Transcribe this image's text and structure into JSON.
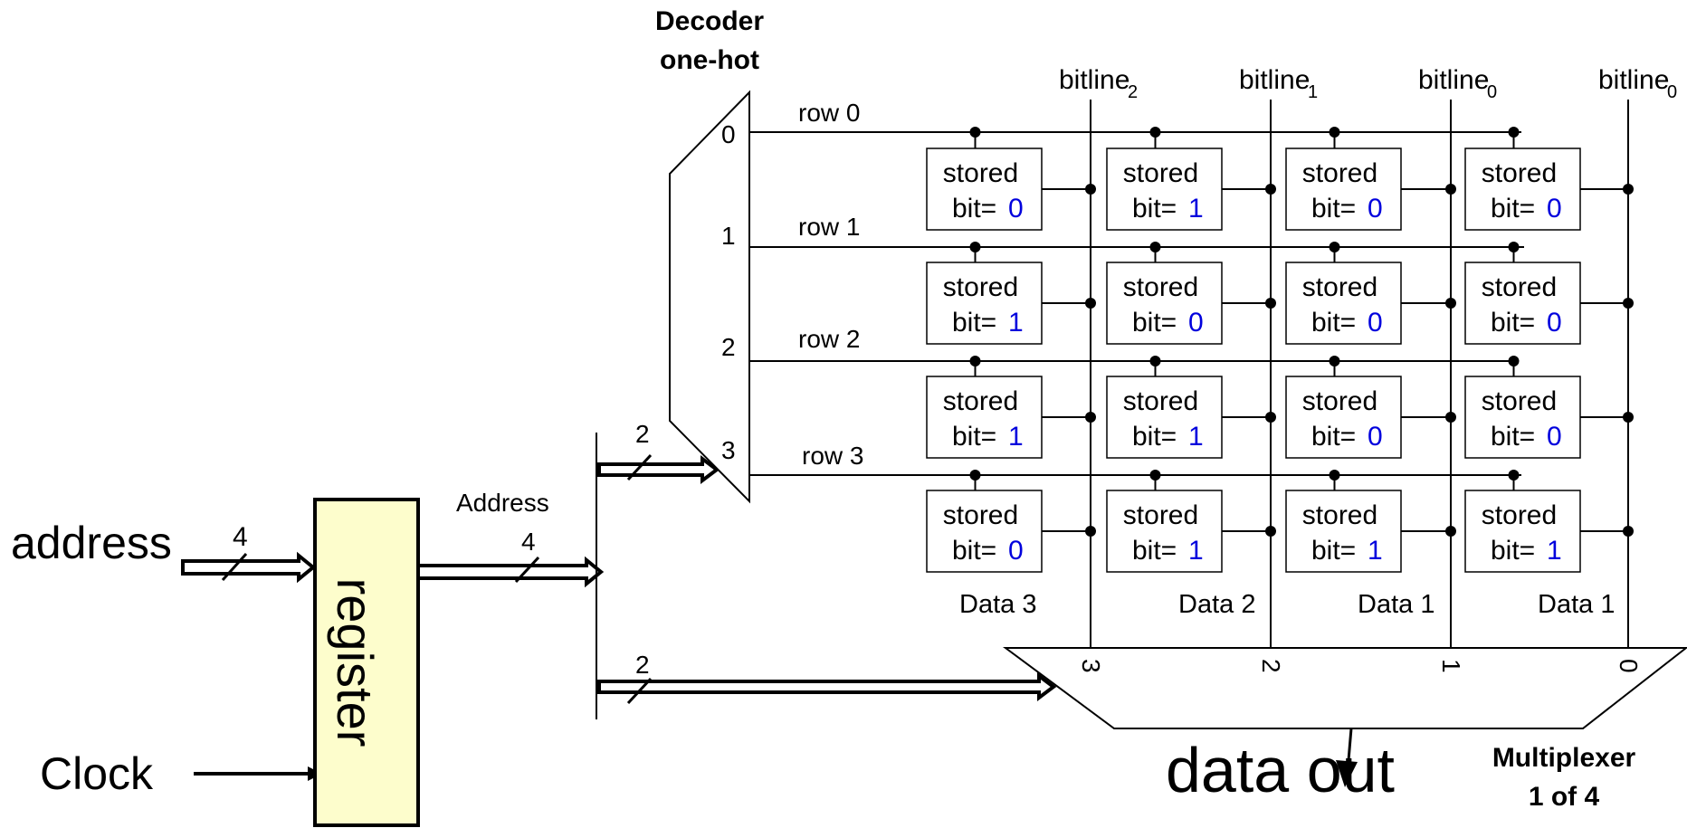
{
  "inputs": {
    "address_label": "address",
    "clock_label": "Clock",
    "address_width": "4"
  },
  "register": {
    "label": "register",
    "output_label": "Address",
    "output_width": "4"
  },
  "decoder": {
    "title_line1": "Decoder",
    "title_line2": "one-hot",
    "input_width": "2",
    "outputs": [
      "0",
      "1",
      "2",
      "3"
    ]
  },
  "rows": [
    "row 0",
    "row 1",
    "row 2",
    "row 3"
  ],
  "bitlines": [
    {
      "name": "bitline",
      "sub": "2"
    },
    {
      "name": "bitline",
      "sub": "1"
    },
    {
      "name": "bitline",
      "sub": "0"
    },
    {
      "name": "bitline",
      "sub": "0"
    }
  ],
  "cells": {
    "line1": "stored",
    "line2": "bit=",
    "values": [
      [
        "0",
        "1",
        "0",
        "0"
      ],
      [
        "1",
        "0",
        "0",
        "0"
      ],
      [
        "1",
        "1",
        "0",
        "0"
      ],
      [
        "0",
        "1",
        "1",
        "1"
      ]
    ]
  },
  "data_labels": [
    "Data 3",
    "Data 2",
    "Data 1",
    "Data 1"
  ],
  "mux": {
    "select_width": "2",
    "inputs": [
      "3",
      "2",
      "1",
      "0"
    ],
    "title_line1": "Multiplexer",
    "title_line2": "1 of 4",
    "output_label": "data out"
  },
  "colors": {
    "register_fill": "#fdfdcc",
    "bit_value": "#0000dd",
    "line": "#000000"
  }
}
